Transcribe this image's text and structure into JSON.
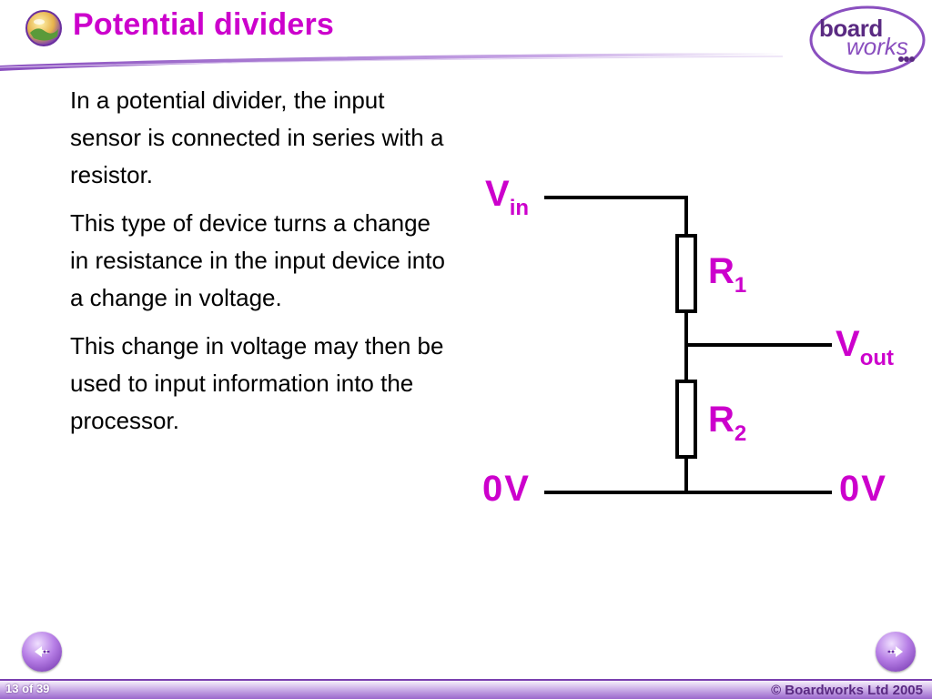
{
  "header": {
    "title": "Potential dividers",
    "logo_top": "board",
    "logo_bottom": "works"
  },
  "body": {
    "paragraphs": [
      "In a potential divider, the input sensor is connected in series with a resistor.",
      "This type of device turns a change in resistance in the input device into a change in voltage.",
      "This change in voltage may then be used to input information into the processor."
    ]
  },
  "circuit": {
    "vin_main": "V",
    "vin_sub": "in",
    "r1_main": "R",
    "r1_sub": "1",
    "vout_main": "V",
    "vout_sub": "out",
    "r2_main": "R",
    "r2_sub": "2",
    "zero_left": "0V",
    "zero_right": "0V"
  },
  "footer": {
    "page": "13 of 39",
    "copyright": "© Boardworks Ltd 2005"
  },
  "colors": {
    "accent": "#cc00cc",
    "brand": "#5a2a82"
  }
}
